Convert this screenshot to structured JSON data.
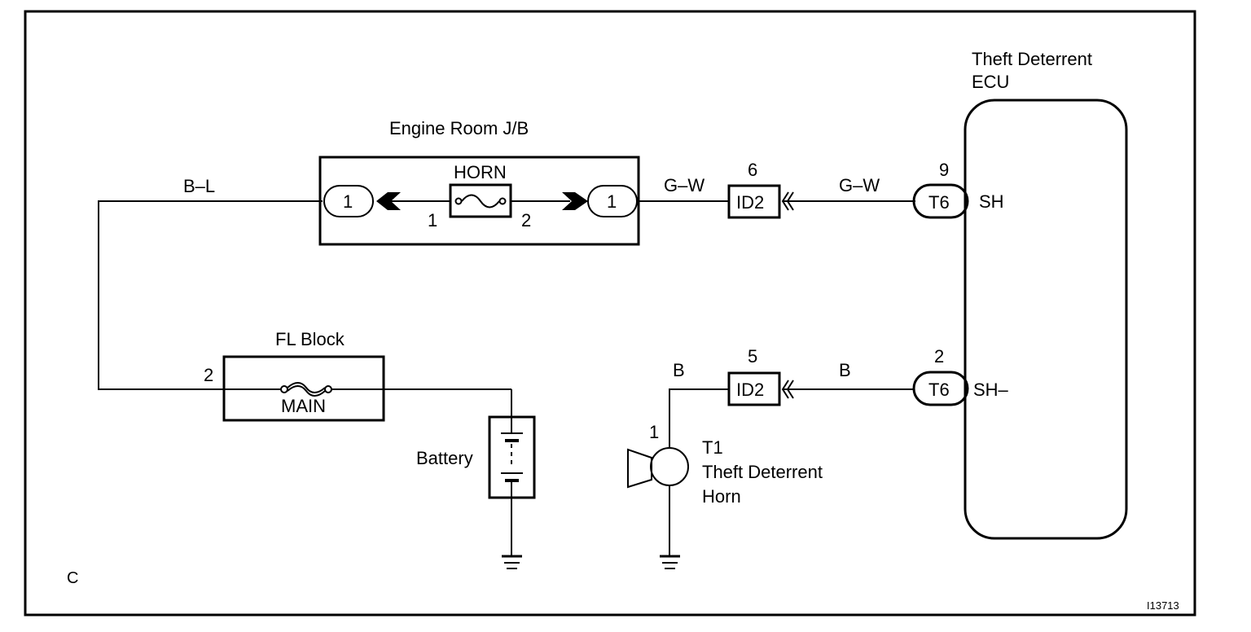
{
  "diagram": {
    "corner_label": "C",
    "figure_id": "I13713",
    "engine_room_jb": {
      "title": "Engine Room J/B",
      "fuse_name": "HORN",
      "fuse_pin_left": "1",
      "fuse_pin_right": "2",
      "connector_left": "1",
      "connector_right": "1"
    },
    "fl_block": {
      "title": "FL Block",
      "fuse_name": "MAIN",
      "pin": "2"
    },
    "battery": {
      "label": "Battery"
    },
    "ecu": {
      "title_line1": "Theft Deterrent",
      "title_line2": "ECU",
      "terminals": [
        {
          "connector": "T6",
          "pin": "9",
          "signal": "SH"
        },
        {
          "connector": "T6",
          "pin": "2",
          "signal": "SH–"
        }
      ]
    },
    "junctions": [
      {
        "connector": "ID2",
        "pin": "6"
      },
      {
        "connector": "ID2",
        "pin": "5"
      }
    ],
    "wires": {
      "battery_to_jb": "B–L",
      "jb_to_id2_upper": "G–W",
      "id2_to_ecu_upper": "G–W",
      "horn_to_id2_lower": "B",
      "id2_to_ecu_lower": "B"
    },
    "horn": {
      "pin": "1",
      "label_line1": "T1",
      "label_line2": "Theft Deterrent",
      "label_line3": "Horn"
    }
  }
}
